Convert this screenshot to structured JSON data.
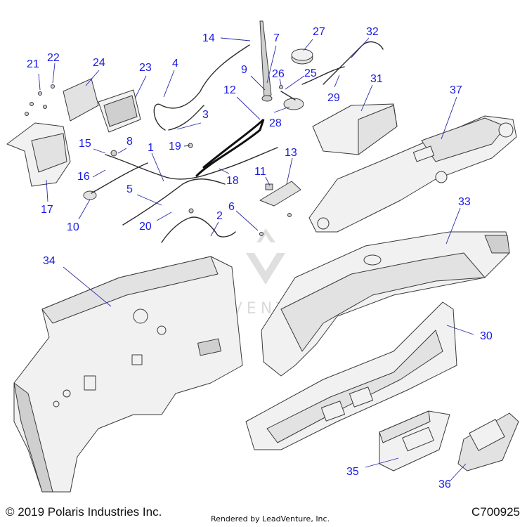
{
  "colors": {
    "callout": "#1a1ae6",
    "leader": "#2a2aa8",
    "part_outline": "#3a3a3a",
    "watermark": "#d8d8d8"
  },
  "watermark": {
    "text": "LEADVENTURE"
  },
  "footer": {
    "copyright": "© 2019 Polaris Industries Inc.",
    "rendered_by": "Rendered by LeadVenture, Inc.",
    "diagram_code": "C700925"
  },
  "callouts": [
    "1",
    "2",
    "3",
    "4",
    "5",
    "6",
    "7",
    "8",
    "9",
    "10",
    "11",
    "12",
    "13",
    "14",
    "15",
    "16",
    "17",
    "18",
    "19",
    "20",
    "21",
    "22",
    "23",
    "24",
    "25",
    "26",
    "27",
    "28",
    "29",
    "30",
    "31",
    "32",
    "33",
    "34",
    "35",
    "36",
    "37"
  ]
}
